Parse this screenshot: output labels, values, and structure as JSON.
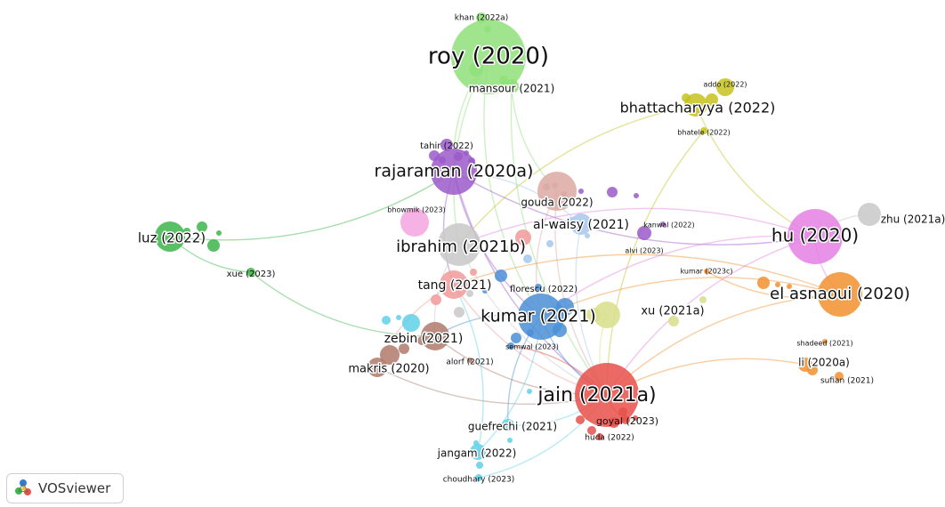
{
  "app": {
    "name": "VOSviewer",
    "logo_label": "VOSviewer",
    "logo_icon": "vosviewer-logo-icon"
  },
  "network": {
    "type": "bibliographic coupling map",
    "clusters": {
      "red": "#e8504a",
      "blue": "#4a8fd6",
      "green_light": "#8fe07a",
      "green_dark": "#3db54a",
      "purple": "#9b59c9",
      "pink": "#e47fe4",
      "orange": "#f2902f",
      "olive": "#c5c21f",
      "yellow_green": "#d8de8a",
      "brown": "#b07a6c",
      "rose": "#dca9a3",
      "cyan": "#5fd0e8",
      "grey": "#c8c8c8",
      "light_pink": "#f4a5e0",
      "salmon": "#f29a9a",
      "light_blue": "#a6c8ee"
    },
    "items": [
      {
        "id": "roy",
        "label": "roy (2020)"
      },
      {
        "id": "khan",
        "label": "khan (2022a)"
      },
      {
        "id": "mansour",
        "label": "mansour (2021)"
      },
      {
        "id": "addo",
        "label": "addo (2022)"
      },
      {
        "id": "bhattacharyya",
        "label": "bhattacharyya (2022)"
      },
      {
        "id": "bhatele",
        "label": "bhatele (2022)"
      },
      {
        "id": "tahir",
        "label": "tahir (2022)"
      },
      {
        "id": "rajaraman",
        "label": "rajaraman (2020a)"
      },
      {
        "id": "gouda",
        "label": "gouda (2022)"
      },
      {
        "id": "bhowmik",
        "label": "bhowmik (2023)"
      },
      {
        "id": "al-waisy",
        "label": "al-waisy (2021)"
      },
      {
        "id": "kanwal",
        "label": "kanwal (2022)"
      },
      {
        "id": "alvi",
        "label": "alvi (2023)"
      },
      {
        "id": "hu",
        "label": "hu (2020)"
      },
      {
        "id": "zhu",
        "label": "zhu (2021a)"
      },
      {
        "id": "luz",
        "label": "luz (2022)"
      },
      {
        "id": "ibrahim",
        "label": "ibrahim (2021b)"
      },
      {
        "id": "xue",
        "label": "xue (2023)"
      },
      {
        "id": "kumar2023c",
        "label": "kumar (2023c)"
      },
      {
        "id": "elasnaoui",
        "label": "el asnaoui (2020)"
      },
      {
        "id": "tang",
        "label": "tang (2021)"
      },
      {
        "id": "florescu",
        "label": "florescu (2022)"
      },
      {
        "id": "kumar",
        "label": "kumar (2021)"
      },
      {
        "id": "xu",
        "label": "xu (2021a)"
      },
      {
        "id": "zebin",
        "label": "zebin (2021)"
      },
      {
        "id": "semwal",
        "label": "semwal (2023)"
      },
      {
        "id": "shadeed",
        "label": "shadeed (2021)"
      },
      {
        "id": "makris",
        "label": "makris (2020)"
      },
      {
        "id": "alorf",
        "label": "alorf (2021)"
      },
      {
        "id": "li",
        "label": "li (2020a)"
      },
      {
        "id": "sufian",
        "label": "sufian (2021)"
      },
      {
        "id": "jain",
        "label": "jain (2021a)"
      },
      {
        "id": "goyal",
        "label": "goyal (2023)"
      },
      {
        "id": "guefrechi",
        "label": "guefrechi (2021)"
      },
      {
        "id": "huda",
        "label": "huda (2022)"
      },
      {
        "id": "jangam",
        "label": "jangam (2022)"
      },
      {
        "id": "choudhary",
        "label": "choudhary (2023)"
      }
    ]
  }
}
